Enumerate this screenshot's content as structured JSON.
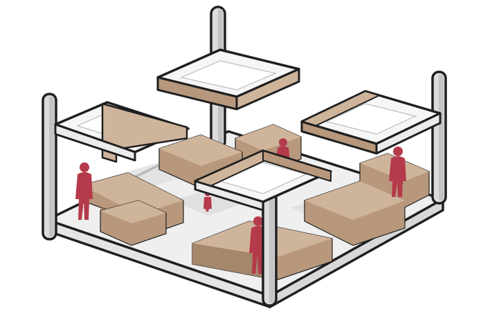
{
  "image": {
    "kind": "axonometric-architectural-illustration"
  },
  "colors": {
    "background": "#ffffff",
    "platform_top": "#efefef",
    "platform_side": "#e2e2e2",
    "outline": "#1f1f1f",
    "wood_top": "#cfb49c",
    "wood_side": "#b8987c",
    "wood_dark": "#a5876c",
    "frame_white": "#f6f6f6",
    "frame_inner": "#d9d9d9",
    "column": "#dcdcdc",
    "column_dark": "#bdbdbd",
    "figure": "#b53a4b",
    "shadow": "#d4d4d4"
  },
  "elements": {
    "platform": "floor-platform",
    "columns": [
      "column-front",
      "column-left",
      "column-right",
      "column-top"
    ],
    "frames": [
      "canopy-top",
      "canopy-left",
      "canopy-right",
      "canopy-center"
    ],
    "blocks": [
      "seat-block-left",
      "seat-block-front",
      "seat-block-center",
      "seat-block-right",
      "seat-block-back"
    ],
    "figures": [
      "person-left",
      "person-front",
      "person-right",
      "person-back",
      "person-center"
    ]
  }
}
